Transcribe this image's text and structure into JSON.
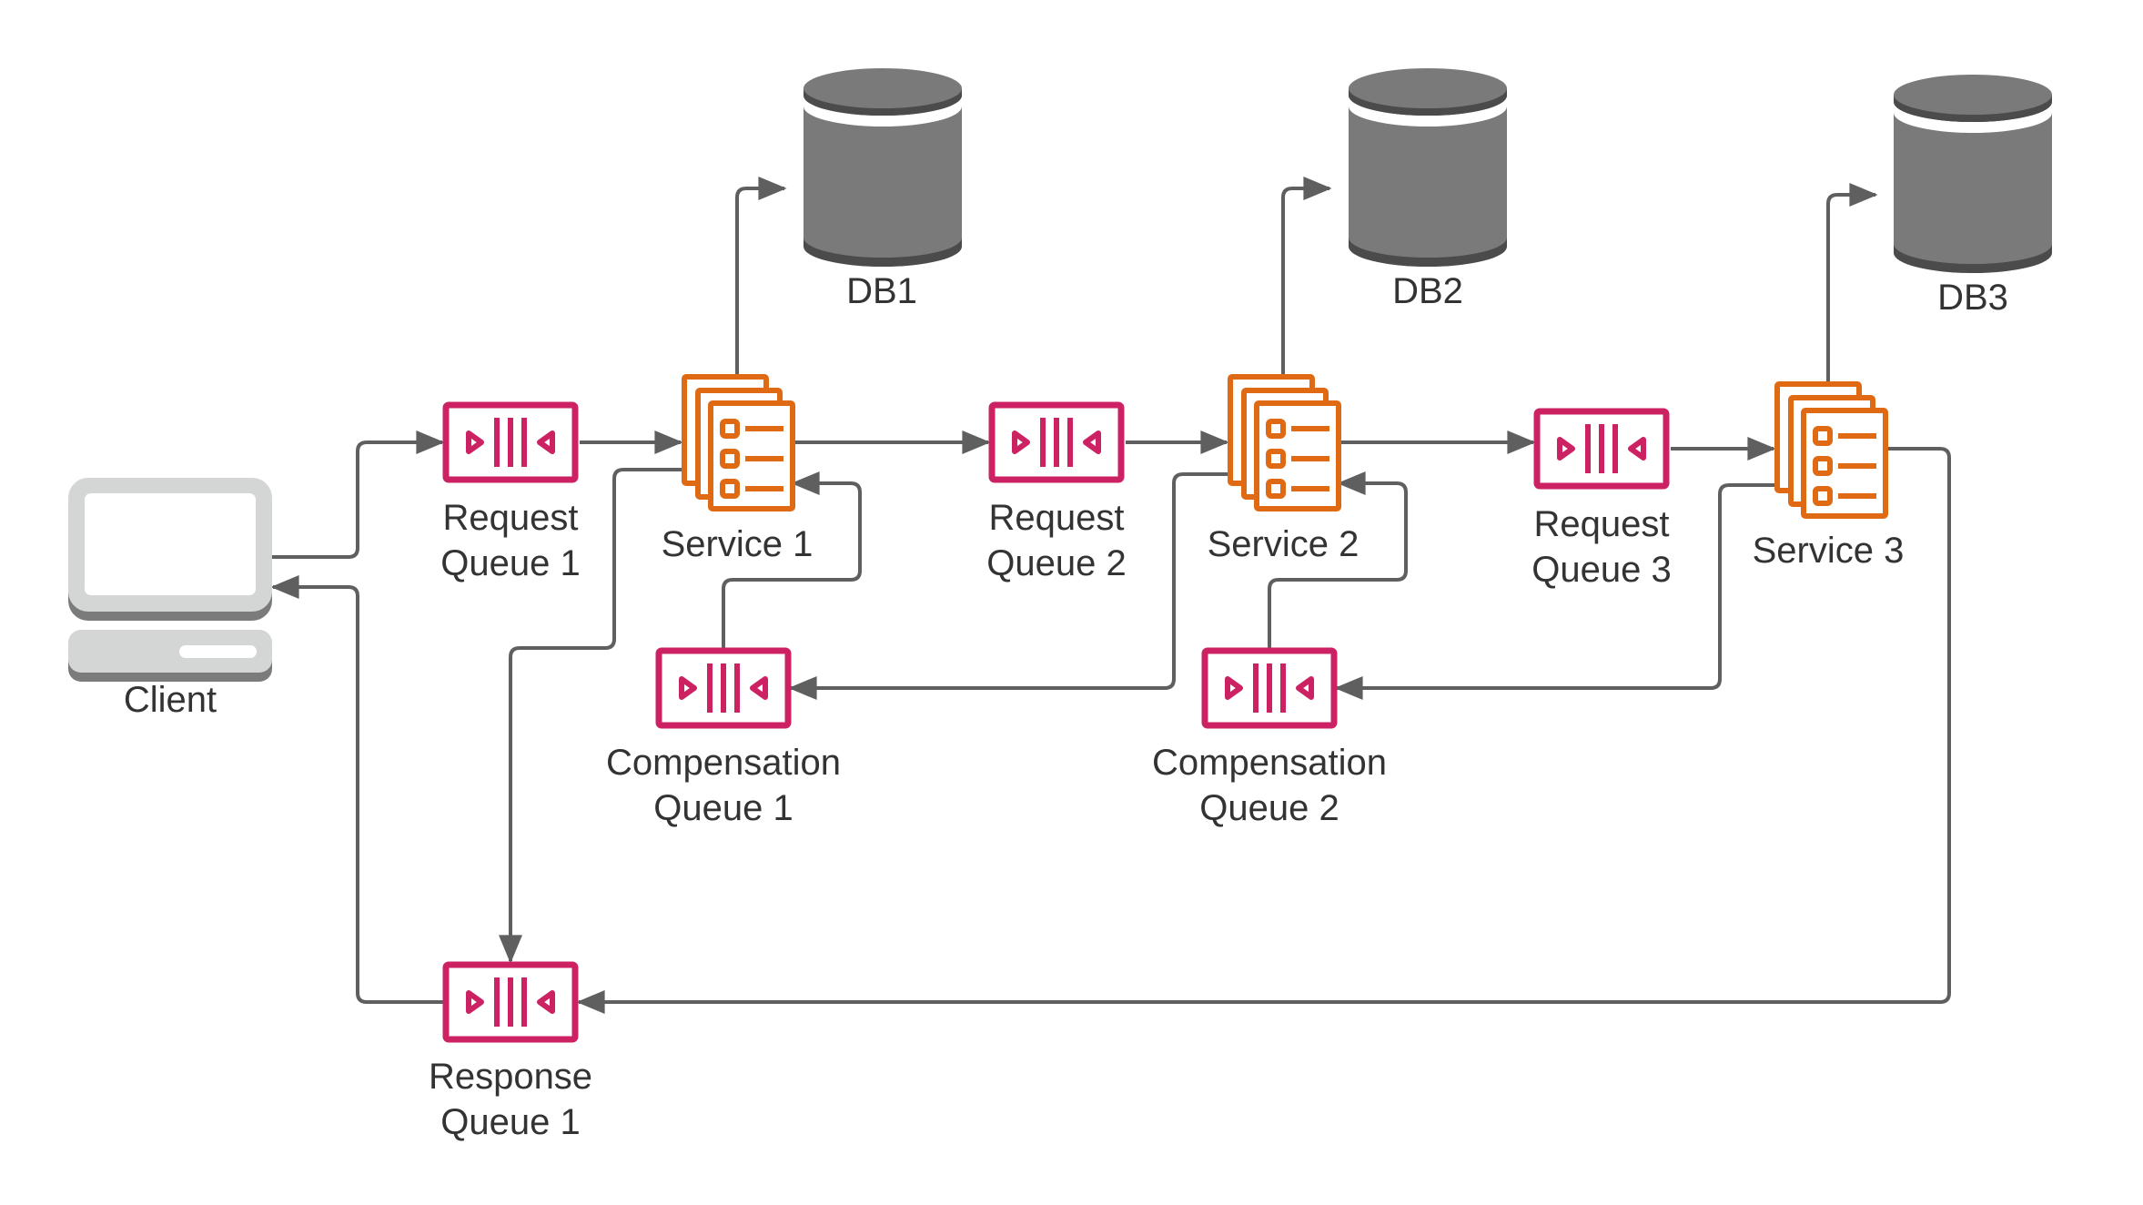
{
  "diagram": {
    "colors": {
      "queue": "#CC2264",
      "service": "#E06A14",
      "database": "#7A7A7A",
      "database_dark": "#4B4B4B",
      "client": "#D4D6D6",
      "client_shadow": "#7B7B7B",
      "connector": "#5F5F5F",
      "text": "#333333"
    },
    "nodes": {
      "client": {
        "label": "Client",
        "icon": "desktop-computer-icon"
      },
      "request_queue_1": {
        "line1": "Request",
        "line2": "Queue 1",
        "icon": "queue-icon"
      },
      "service_1": {
        "label": "Service 1",
        "icon": "service-documents-icon"
      },
      "db1": {
        "label": "DB1",
        "icon": "database-icon"
      },
      "request_queue_2": {
        "line1": "Request",
        "line2": "Queue 2",
        "icon": "queue-icon"
      },
      "service_2": {
        "label": "Service 2",
        "icon": "service-documents-icon"
      },
      "db2": {
        "label": "DB2",
        "icon": "database-icon"
      },
      "request_queue_3": {
        "line1": "Request",
        "line2": "Queue 3",
        "icon": "queue-icon"
      },
      "service_3": {
        "label": "Service 3",
        "icon": "service-documents-icon"
      },
      "db3": {
        "label": "DB3",
        "icon": "database-icon"
      },
      "compensation_queue_1": {
        "line1": "Compensation",
        "line2": "Queue 1",
        "icon": "queue-icon"
      },
      "compensation_queue_2": {
        "line1": "Compensation",
        "line2": "Queue 2",
        "icon": "queue-icon"
      },
      "response_queue_1": {
        "line1": "Response",
        "line2": "Queue 1",
        "icon": "queue-icon"
      }
    },
    "edges": [
      {
        "from": "Client",
        "to": "Request Queue 1"
      },
      {
        "from": "Request Queue 1",
        "to": "Service 1"
      },
      {
        "from": "Service 1",
        "to": "DB1"
      },
      {
        "from": "Service 1",
        "to": "Request Queue 2"
      },
      {
        "from": "Service 1",
        "to": "Response Queue 1"
      },
      {
        "from": "Compensation Queue 1",
        "to": "Service 1"
      },
      {
        "from": "Request Queue 2",
        "to": "Service 2"
      },
      {
        "from": "Service 2",
        "to": "DB2"
      },
      {
        "from": "Service 2",
        "to": "Request Queue 3"
      },
      {
        "from": "Service 2",
        "to": "Compensation Queue 1"
      },
      {
        "from": "Compensation Queue 2",
        "to": "Service 2"
      },
      {
        "from": "Request Queue 3",
        "to": "Service 3"
      },
      {
        "from": "Service 3",
        "to": "DB3"
      },
      {
        "from": "Service 3",
        "to": "Compensation Queue 2"
      },
      {
        "from": "Service 3",
        "to": "Response Queue 1"
      },
      {
        "from": "Response Queue 1",
        "to": "Client"
      }
    ]
  }
}
